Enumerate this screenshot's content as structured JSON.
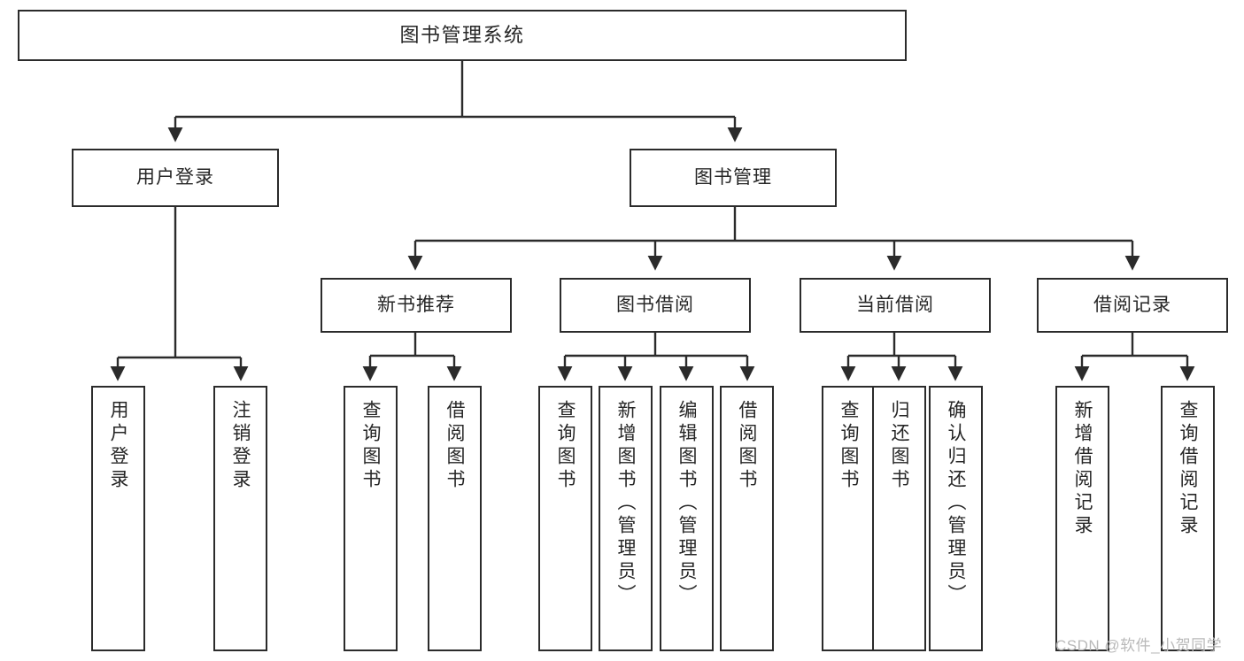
{
  "diagram": {
    "title": "图书管理系统",
    "watermark": "CSDN @软件_小贺同学",
    "colors": {
      "stroke": "#2b2b2b",
      "fill": "#ffffff",
      "text": "#262626",
      "watermark": "#b9b9b9"
    },
    "nodes": {
      "root": {
        "label": "图书管理系统"
      },
      "level2": [
        {
          "label": "用户登录"
        },
        {
          "label": "图书管理"
        }
      ],
      "level3": [
        {
          "label": "新书推荐"
        },
        {
          "label": "图书借阅"
        },
        {
          "label": "当前借阅"
        },
        {
          "label": "借阅记录"
        }
      ],
      "leaves": {
        "user_login": [
          {
            "label": "用户登录"
          },
          {
            "label": "注销登录"
          }
        ],
        "new_book": [
          {
            "label": "查询图书"
          },
          {
            "label": "借阅图书"
          }
        ],
        "book_borrow": [
          {
            "label": "查询图书"
          },
          {
            "label": "新增图书（管理员）"
          },
          {
            "label": "编辑图书（管理员）"
          },
          {
            "label": "借阅图书"
          }
        ],
        "current_borrow": [
          {
            "label": "查询图书"
          },
          {
            "label": "归还图书"
          },
          {
            "label": "确认归还（管理员）"
          }
        ],
        "borrow_record": [
          {
            "label": "新增借阅记录"
          },
          {
            "label": "查询借阅记录"
          }
        ]
      }
    }
  }
}
